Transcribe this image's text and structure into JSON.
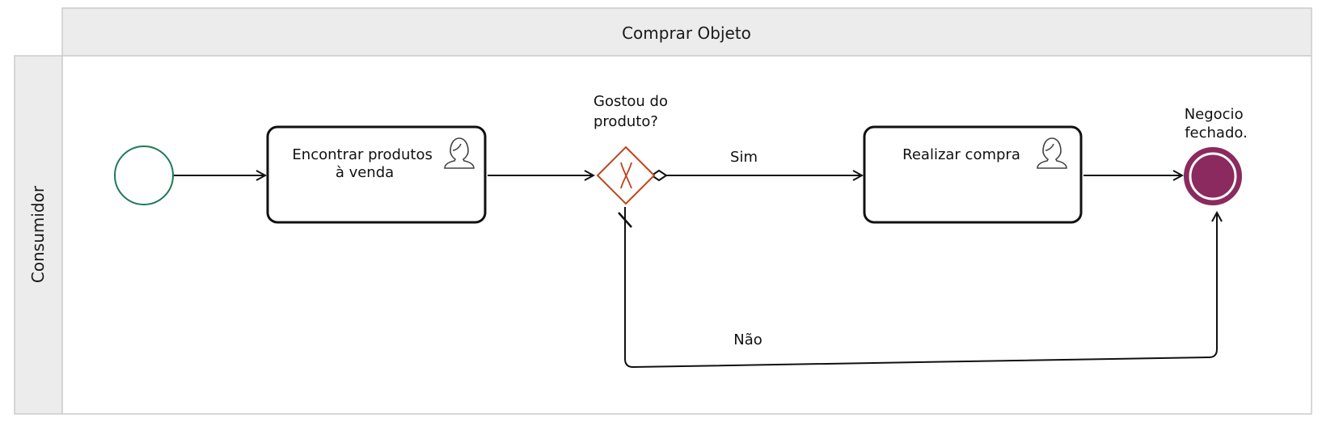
{
  "pool": {
    "title": "Comprar Objeto",
    "lane_title": "Consumidor"
  },
  "colors": {
    "pool_header_bg": "#ececec",
    "pool_border": "#cccccc",
    "start_event": "#1d7a55",
    "gateway": "#c0441a",
    "end_event_fill": "#8b2a5e",
    "task_border": "#111111",
    "flow": "#111111"
  },
  "nodes": {
    "start_event": {
      "icon": "circle"
    },
    "task_find": {
      "lines": [
        "Encontrar produtos",
        "à venda"
      ],
      "icon": "user-icon"
    },
    "gateway": {
      "label_lines": [
        "Gostou do",
        "produto?"
      ],
      "icon": "exclusive-x"
    },
    "task_buy": {
      "lines": [
        "Realizar compra"
      ],
      "icon": "user-icon"
    },
    "end_event": {
      "label_lines": [
        "Negocio",
        "fechado."
      ]
    }
  },
  "edges": {
    "yes_label": "Sim",
    "no_label": "Não"
  }
}
